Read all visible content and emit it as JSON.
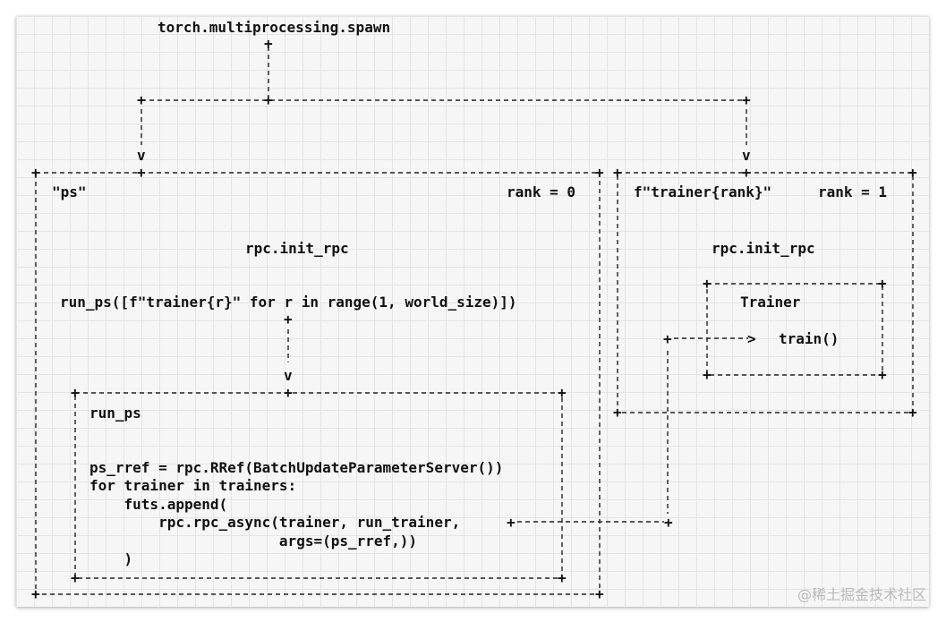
{
  "spawn": {
    "label": "torch.multiprocessing.spawn"
  },
  "ps_box": {
    "name": "\"ps\"",
    "rank": "rank = 0",
    "init": "rpc.init_rpc",
    "run_call": "run_ps([f\"trainer{r}\" for r in range(1, world_size)])"
  },
  "run_ps_box": {
    "title": "run_ps",
    "code": [
      "ps_rref = rpc.RRef(BatchUpdateParameterServer())",
      "for trainer in trainers:",
      "    futs.append(",
      "        rpc.rpc_async(trainer, run_trainer,",
      "                      args=(ps_rref,))",
      "    )"
    ]
  },
  "trainer_box": {
    "name": "f\"trainer{rank}\"",
    "rank": "rank = 1",
    "init": "rpc.init_rpc",
    "class_label": "Trainer",
    "method": "train()"
  },
  "arrow_head": "v",
  "arrow_tip": ">",
  "watermark": "@稀土掘金技术社区"
}
